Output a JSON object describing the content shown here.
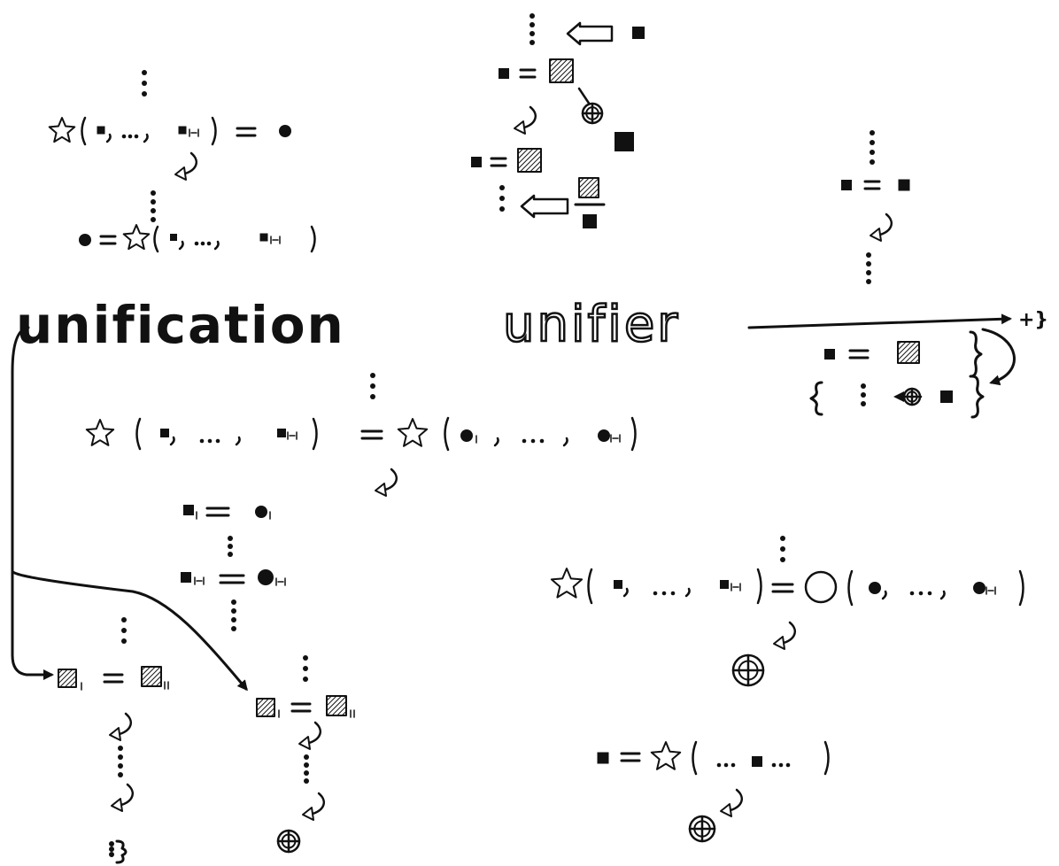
{
  "labels": {
    "unification": "unification",
    "unifier": "unifier",
    "plus_brace": "+}"
  },
  "colors": {
    "ink": "#111111",
    "hatch_fill": "#6e6e6e",
    "background": "#ffffff"
  },
  "glyphs": {
    "square": "black-square",
    "hatched_square": "hatched-square",
    "dot": "black-dot",
    "star": "star-outline",
    "circle": "circle-outline",
    "eq": "double-line",
    "curl": "curved-arrow",
    "fail": "crossed-circle",
    "vdots": "vertical-dots",
    "block_arrow": "hollow-left-arrow",
    "brace": "curly-brace"
  }
}
